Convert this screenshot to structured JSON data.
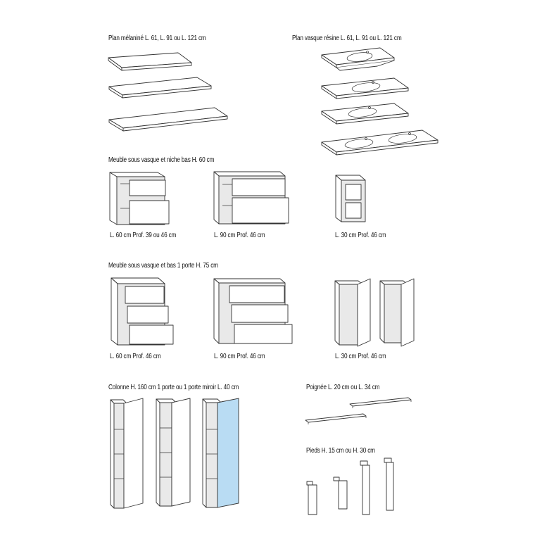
{
  "sections": {
    "plan_melamine": "Plan mélaniné L. 61, L. 91 ou L. 121 cm",
    "plan_vasque": "Plan vasque résine L. 61, L. 91 ou L. 121 cm",
    "meuble_niche": "Meuble sous vasque et niche bas H. 60 cm",
    "meuble_porte": "Meuble sous vasque et bas 1 porte H. 75 cm",
    "colonne": "Colonne H. 160 cm 1 porte ou 1 porte miroir L. 40 cm",
    "poignee": "Poignée L. 20 cm ou L. 34 cm",
    "pieds": "Pieds H. 15 cm ou H. 30 cm"
  },
  "captions": {
    "niche_60": "L. 60 cm Prof. 39 ou 46 cm",
    "niche_90": "L. 90 cm Prof. 46 cm",
    "niche_30": "L. 30 cm Prof. 46 cm",
    "porte_60": "L. 60 cm Prof. 46 cm",
    "porte_90": "L. 90 cm Prof. 46 cm",
    "porte_30": "L. 30 cm Prof. 46 cm"
  },
  "colors": {
    "mirror": "#b9dcf3",
    "line": "#333333"
  }
}
